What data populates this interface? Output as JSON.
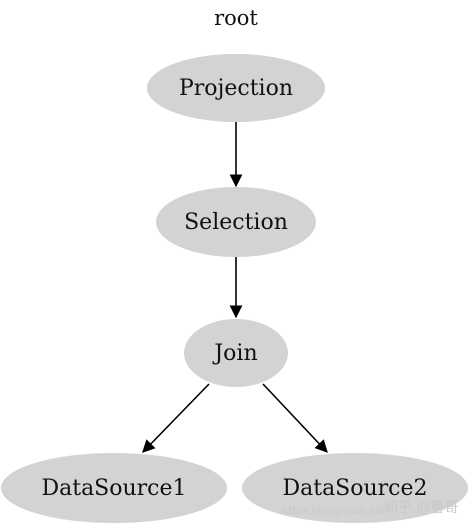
{
  "title": "root",
  "nodes": {
    "projection": "Projection",
    "selection": "Selection",
    "join": "Join",
    "datasource1": "DataSource1",
    "datasource2": "DataSource2"
  },
  "watermark": {
    "url": "https://blog.csdn.net",
    "brand": "知乎 @鲁哥"
  },
  "colors": {
    "node_fill": "#d3d3d3",
    "edge": "#000000"
  }
}
